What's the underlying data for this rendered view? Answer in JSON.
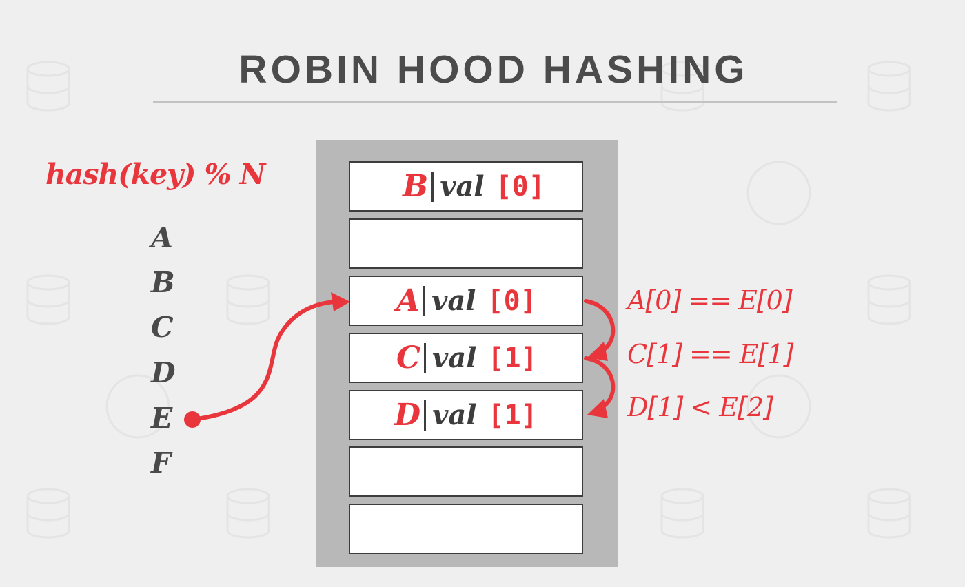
{
  "title": "ROBIN HOOD HASHING",
  "hash_function": "hash(key) % N",
  "keys": [
    "A",
    "B",
    "C",
    "D",
    "E",
    "F"
  ],
  "slots": [
    {
      "key": "B",
      "val": "val",
      "dist": "[0]"
    },
    {
      "key": "",
      "val": "",
      "dist": ""
    },
    {
      "key": "A",
      "val": "val",
      "dist": "[0]"
    },
    {
      "key": "C",
      "val": "val",
      "dist": "[1]"
    },
    {
      "key": "D",
      "val": "val",
      "dist": "[1]"
    },
    {
      "key": "",
      "val": "",
      "dist": ""
    },
    {
      "key": "",
      "val": "",
      "dist": ""
    }
  ],
  "comparisons": [
    "A[0] == E[0]",
    "C[1] == E[1]",
    "D[1] < E[2]"
  ],
  "colors": {
    "accent": "#e8363c",
    "text_dark": "#4a4a4a",
    "table_bg": "#b8b8b8",
    "slot_fill": "#ffffff",
    "background": "#efefef"
  }
}
